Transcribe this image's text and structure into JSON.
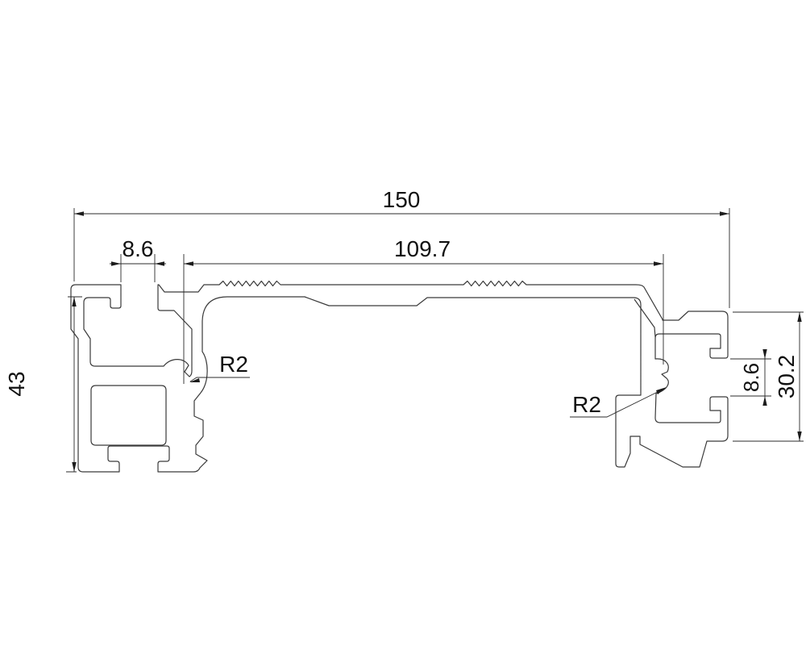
{
  "drawing": {
    "title": "aluminum-extrusion-profile-cross-section",
    "dimensions": {
      "overall_width": "150",
      "boss_center_distance": "109.7",
      "top_slot_width": "8.6",
      "left_block_height": "43",
      "right_block_height": "30.2",
      "right_slot_width": "8.6"
    },
    "radius_callouts": {
      "left": "R2",
      "right": "R2"
    },
    "colors": {
      "background": "#ffffff",
      "profile_line": "#3a3a3a",
      "dimension_line": "#2b2b2b",
      "text": "#111111"
    }
  }
}
